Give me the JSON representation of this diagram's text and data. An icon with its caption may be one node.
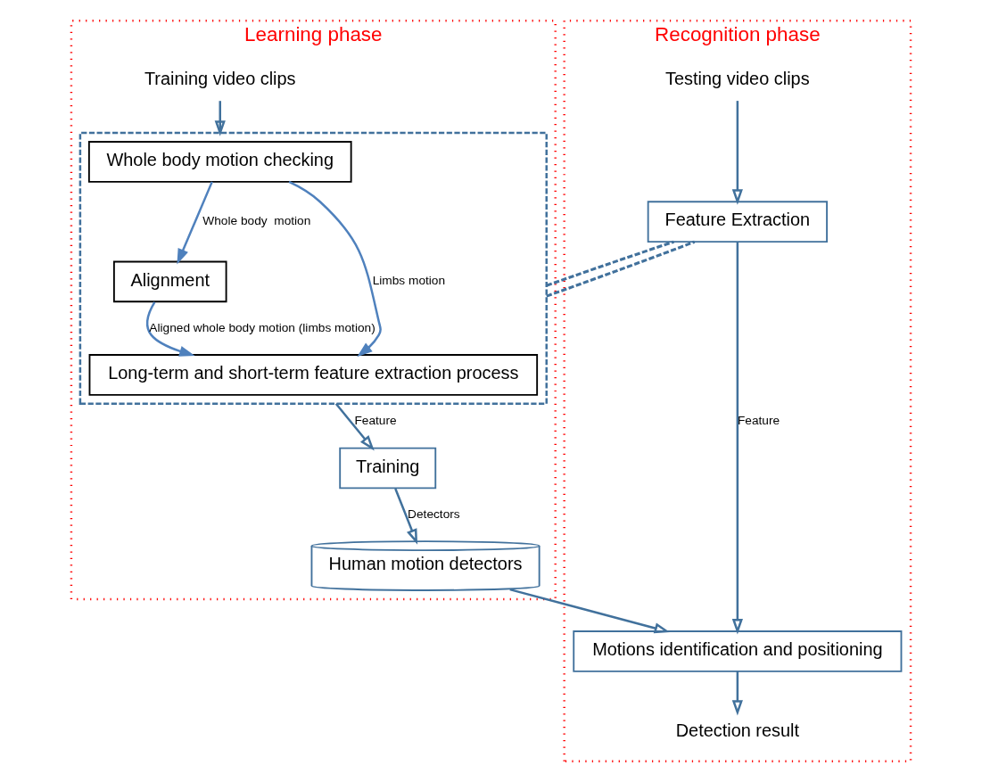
{
  "diagram": {
    "nodes": [
      {
        "text": [
          "Learning phase"
        ]
      },
      {
        "text": [
          "Training video clips"
        ],
        "in": 0
      },
      {
        "text": [],
        "shape": "box",
        "in": 0
      },
      {
        "text": [
          "Whole body motion checking"
        ],
        "in": 2
      },
      {
        "text": [
          "Alignment"
        ],
        "in": 2
      },
      {
        "text": [
          "Long-term and short-term feature extraction process"
        ],
        "in": 2
      },
      {
        "text": [
          "Training"
        ],
        "in": 0
      },
      {
        "text": [
          "Human motion detectors"
        ],
        "in": 0
      },
      {
        "text": [
          "Recognition phase"
        ]
      },
      {
        "text": [
          "Testing video clips"
        ],
        "in": 8
      },
      {
        "text": [
          "Feature Extraction"
        ],
        "in": 8
      },
      {
        "text": [
          "Motions identification and positioning"
        ],
        "in": 8
      },
      {
        "text": [
          "Detection result"
        ],
        "in": 8
      }
    ],
    "edges": [
      {
        "from": 1,
        "to": 2,
        "arrow": "to"
      },
      {
        "from": 3,
        "to": 5,
        "arrow": "to",
        "label": "Limbs motion",
        "color": "#4f81bd"
      },
      {
        "from": 3,
        "to": 4,
        "arrow": "to",
        "label": "Whole body  motion",
        "color": "#4f81bd"
      },
      {
        "from": 4,
        "to": 5,
        "arrow": "to",
        "label": "Aligned whole body motion (limbs motion)",
        "color": "#4f81bd"
      },
      {
        "from": 2,
        "to": 6,
        "arrow": "to",
        "label": "Feature"
      },
      {
        "from": 6,
        "to": 7,
        "arrow": "to",
        "label": "Detectors"
      },
      {
        "from": 7,
        "to": 11,
        "arrow": "to"
      },
      {
        "from": 9,
        "to": 10,
        "arrow": "to"
      },
      {
        "from": 10,
        "to": 11,
        "arrow": "to",
        "label": "Feature"
      },
      {
        "from": 11,
        "to": 12,
        "arrow": "to"
      },
      {
        "from": 2,
        "to": 10,
        "arrow": "none",
        "style": "dashed"
      },
      {
        "from": 2,
        "to": 10,
        "arrow": "none",
        "style": "dashed"
      }
    ]
  }
}
